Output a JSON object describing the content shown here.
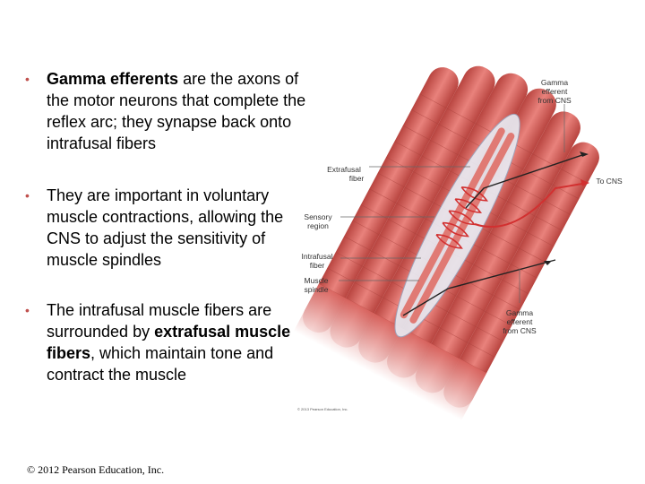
{
  "bullets": [
    {
      "bold": "Gamma efferents",
      "text": " are the axons of the motor neurons that complete the reflex arc; they synapse back onto intrafusal fibers"
    },
    {
      "text": "They are important in voluntary muscle contractions, allowing the CNS to adjust the sensitivity of muscle spindles"
    },
    {
      "text_before": "The intrafusal muscle fibers are surrounded by ",
      "bold": "extrafusal muscle fibers",
      "text_after": ", which maintain tone and contract the muscle"
    }
  ],
  "figure": {
    "labels": {
      "gamma_top_1": "Gamma",
      "gamma_top_2": "efferent",
      "gamma_top_3": "from CNS",
      "extrafusal_1": "Extrafusal",
      "extrafusal_2": "fiber",
      "to_cns": "To CNS",
      "sensory_1": "Sensory",
      "sensory_2": "region",
      "intrafusal_1": "Intrafusal",
      "intrafusal_2": "fiber",
      "spindle_1": "Muscle",
      "spindle_2": "spindle",
      "gamma_bottom_1": "Gamma",
      "gamma_bottom_2": "efferent",
      "gamma_bottom_3": "from CNS"
    },
    "credit": "© 2013 Pearson Education, Inc.",
    "colors": {
      "muscle": "#d9645f",
      "muscle_dark": "#b8443f",
      "nerve": "#222222",
      "sensory_nerve": "#d23030"
    }
  },
  "footer": {
    "copyright": "© 2012 Pearson Education, Inc."
  }
}
